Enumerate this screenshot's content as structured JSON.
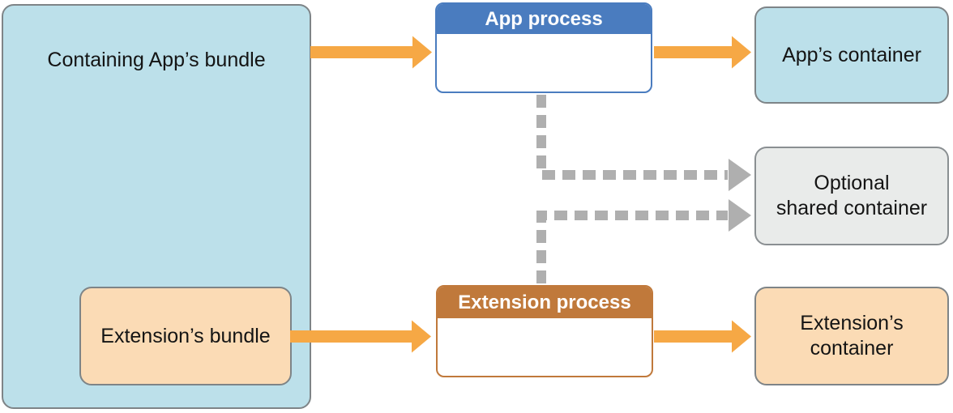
{
  "nodes": {
    "containing_bundle": {
      "label": "Containing App’s bundle"
    },
    "extension_bundle": {
      "label": "Extension’s bundle"
    },
    "app_process": {
      "title": "App process"
    },
    "extension_process": {
      "title": "Extension process"
    },
    "app_container": {
      "label": "App’s container"
    },
    "shared_container": {
      "line1": "Optional",
      "line2": "shared container"
    },
    "extension_container": {
      "line1": "Extension’s",
      "line2": "container"
    }
  },
  "colors": {
    "bundle_blue_fill": "#BCE0EA",
    "peach_fill": "#FBDBB5",
    "shared_gray_fill": "#E9EBEA",
    "app_process_blue": "#4A7CBF",
    "extension_process_orange": "#C0793B",
    "solid_arrow_orange": "#F6A845",
    "dashed_arrow_gray": "#AFAFAF",
    "box_border_gray": "#7E8487"
  }
}
